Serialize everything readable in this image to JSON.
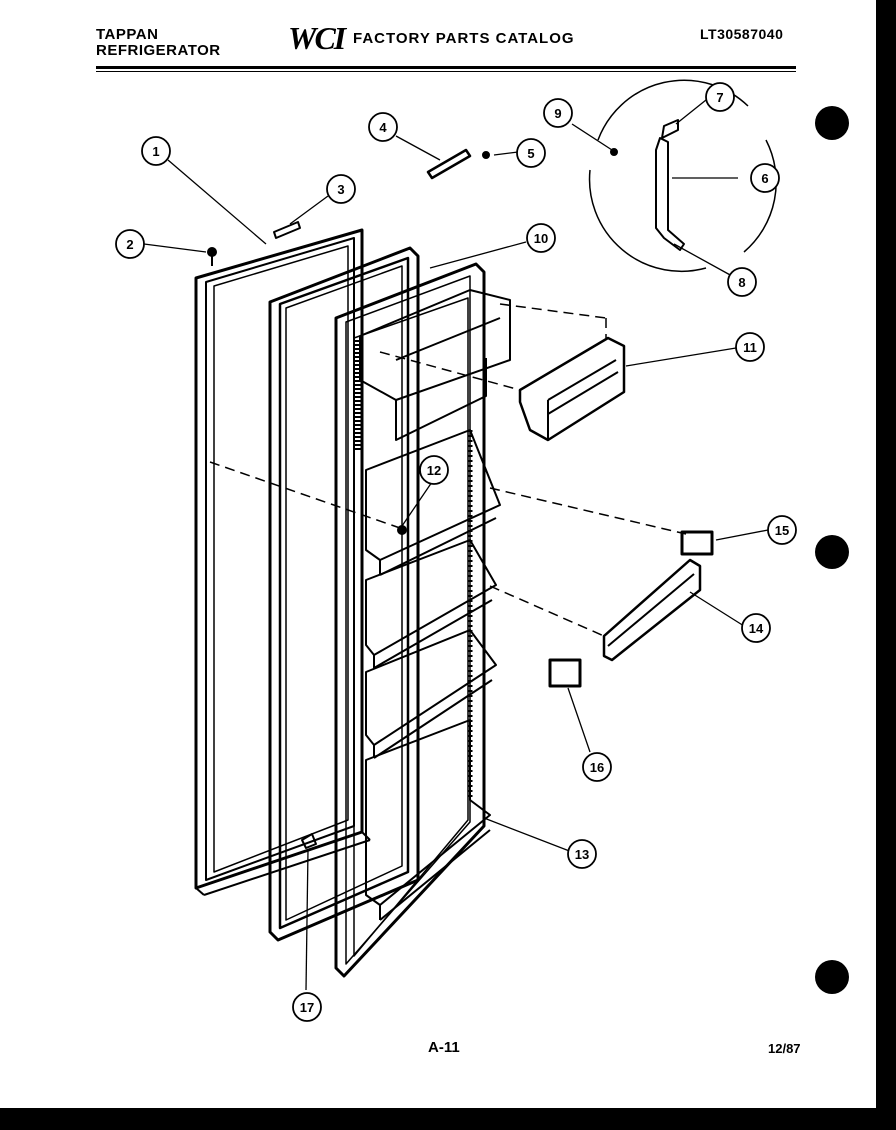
{
  "header": {
    "brand_line1": "TAPPAN",
    "brand_line2": "REFRIGERATOR",
    "logo": "WCI",
    "catalog_title": "FACTORY PARTS CATALOG",
    "model_number": "LT30587040"
  },
  "footer": {
    "page_number": "A-11",
    "date": "12/87"
  },
  "callouts": [
    "1",
    "2",
    "3",
    "4",
    "5",
    "6",
    "7",
    "8",
    "9",
    "10",
    "11",
    "12",
    "13",
    "14",
    "15",
    "16",
    "17"
  ]
}
